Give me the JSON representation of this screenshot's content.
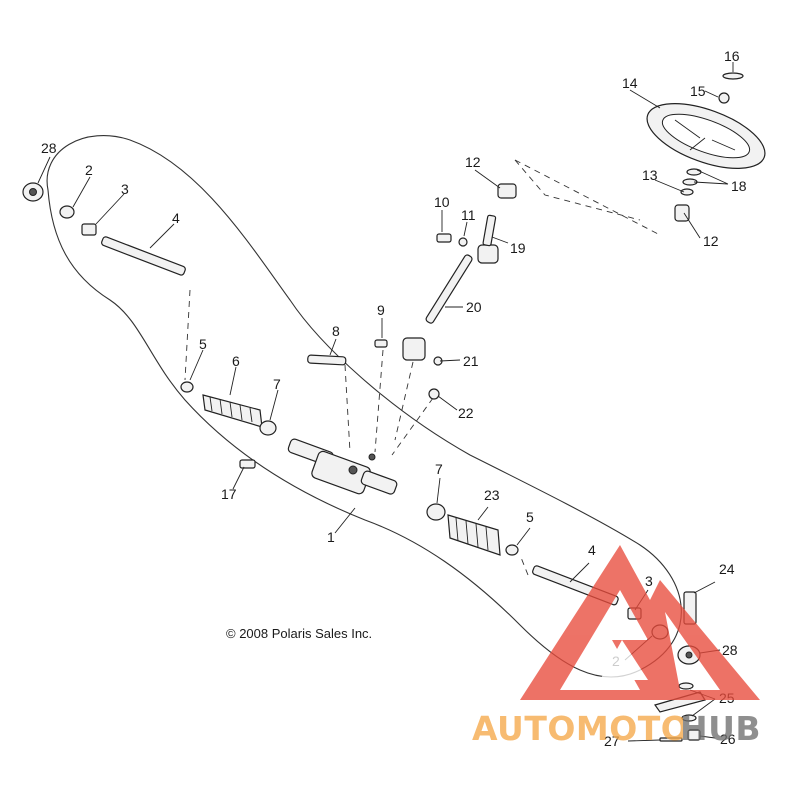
{
  "diagram": {
    "copyright": "© 2008 Polaris Sales Inc.",
    "callouts": {
      "c28a": "28",
      "c2a": "2",
      "c3a": "3",
      "c4a": "4",
      "c5a": "5",
      "c6": "6",
      "c7a": "7",
      "c8": "8",
      "c9": "9",
      "c10": "10",
      "c11": "11",
      "c12a": "12",
      "c12b": "12",
      "c13": "13",
      "c14": "14",
      "c15": "15",
      "c16": "16",
      "c17": "17",
      "c18": "18",
      "c19": "19",
      "c20": "20",
      "c21": "21",
      "c22": "22",
      "c1": "1",
      "c7b": "7",
      "c23": "23",
      "c5b": "5",
      "c4b": "4",
      "c3b": "3",
      "c2b": "2",
      "c24": "24",
      "c28b": "28",
      "c25": "25",
      "c26": "26",
      "c27": "27"
    }
  },
  "watermark": {
    "text_orange": "AUTOMOTO",
    "text_gray": "HUB",
    "color_red": "#e84b3c",
    "color_orange": "#f6a94a",
    "color_gray": "#707070"
  }
}
